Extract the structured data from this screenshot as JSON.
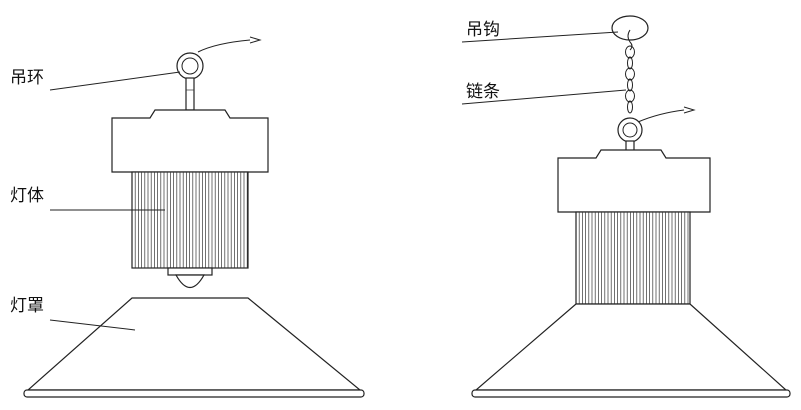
{
  "diagram": {
    "left": {
      "labels": {
        "ring": "吊环",
        "body": "灯体",
        "shade": "灯罩"
      }
    },
    "right": {
      "labels": {
        "hook": "吊钩",
        "chain": "链条"
      }
    }
  }
}
